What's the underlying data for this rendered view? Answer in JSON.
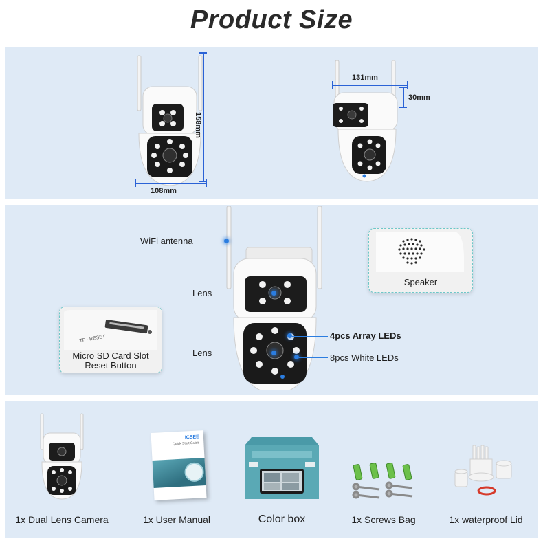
{
  "title": "Product Size",
  "dimensions": {
    "height": "158mm",
    "width": "108mm",
    "depth": "131mm",
    "antenna": "30mm"
  },
  "features": {
    "wifi_antenna": "WiFi antenna",
    "lens_top": "Lens",
    "lens_bottom": "Lens",
    "array_leds": "4pcs Array LEDs",
    "white_leds": "8pcs White LEDs",
    "speaker": "Speaker",
    "sd_slot": "Micro SD Card Slot",
    "reset_button": "Reset Button"
  },
  "package": {
    "items": [
      {
        "label": "1x Dual Lens Camera"
      },
      {
        "label": "1x User Manual"
      },
      {
        "label": "Color box"
      },
      {
        "label": "1x Screws Bag"
      },
      {
        "label": "1x waterproof Lid"
      }
    ],
    "manual_brand": "ICSEE",
    "manual_subtitle": "Quick Start Guide"
  },
  "colors": {
    "panel_bg": "#dfeaf6",
    "accent_blue": "#2b7de0",
    "callout_border": "#6cc7c9"
  }
}
